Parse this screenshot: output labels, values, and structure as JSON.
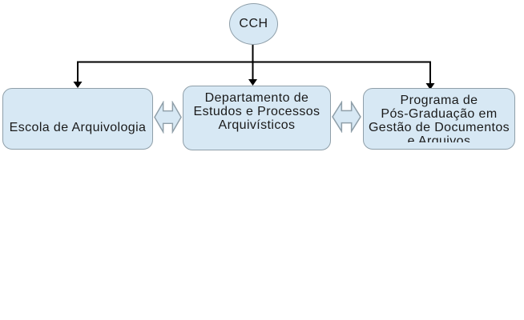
{
  "diagram": {
    "type": "org-chart",
    "root_node": {
      "label": "CCH"
    },
    "units": [
      {
        "name": "escola-de-arquivologia",
        "lines": [
          "Escola de Arquivologia"
        ]
      },
      {
        "name": "departamento-estudos-processos-arquivisticos",
        "lines": [
          "Departamento de",
          "Estudos e Processos",
          "Arquivísticos"
        ]
      },
      {
        "name": "programa-pos-graduacao-gestao-documentos",
        "lines": [
          "Programa de",
          "Pós-Graduação em",
          "Gestão de Documentos",
          "e Arquivos"
        ]
      }
    ],
    "relations": {
      "root_to_units": "directed-down-arrows",
      "between_units": "bidirectional-arrows"
    },
    "colors": {
      "shape_fill": "#d7e8f4",
      "shape_border": "#8f9fa9",
      "connector": "#000000",
      "text": "#1a1a1a",
      "background": "#ffffff"
    }
  }
}
